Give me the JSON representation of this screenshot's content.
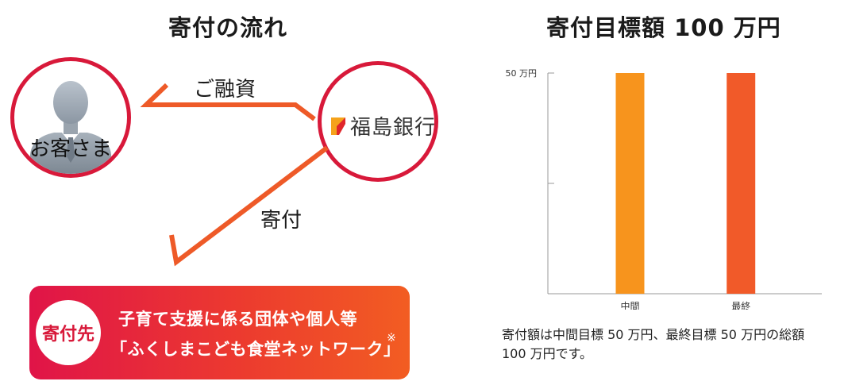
{
  "flow": {
    "title": "寄付の流れ",
    "customer_label": "お客さま",
    "bank_name": "福島銀行",
    "loan_label": "ご融資",
    "donation_label": "寄付",
    "destination": {
      "badge": "寄付先",
      "line1": "子育て支援に係る団体や個人等",
      "line2": "「ふくしまこども食堂ネットワーク」",
      "note_mark": "※"
    }
  },
  "goal": {
    "title": "寄付目標額 100 万円",
    "description_line1": "寄付額は中間目標 50 万円、最終目標 50 万円の総額",
    "description_line2": "100 万円です。"
  },
  "colors": {
    "circle_border": "#d8193a",
    "arrow": "#ee5a28",
    "bar_midterm": "#f7941d",
    "bar_final": "#f15a29"
  },
  "chart_data": {
    "type": "bar",
    "categories": [
      "中間",
      "最終"
    ],
    "values": [
      50,
      50
    ],
    "title": "寄付目標額 100 万円",
    "xlabel": "",
    "ylabel": "",
    "ylim": [
      0,
      50
    ],
    "y_ticks": [
      50,
      25,
      0
    ],
    "y_tick_labels": [
      "50 万円",
      "",
      ""
    ],
    "unit": "万円",
    "grid": false,
    "legend": "none"
  }
}
